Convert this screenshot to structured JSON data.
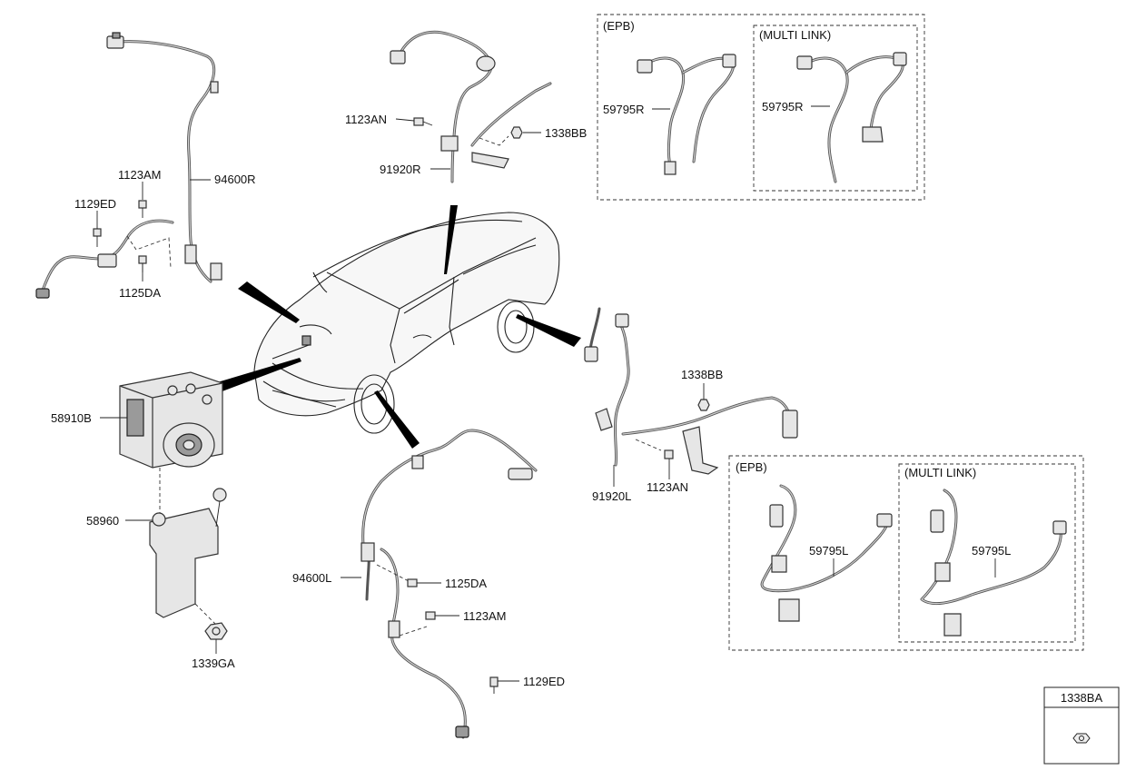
{
  "boxes": {
    "epb_right": "(EPB)",
    "multilink_right": "(MULTI LINK)",
    "epb_left": "(EPB)",
    "multilink_left": "(MULTI LINK)"
  },
  "labels": {
    "p94600R": "94600R",
    "p1123AM_top": "1123AM",
    "p1129ED_top": "1129ED",
    "p1125DA_top": "1125DA",
    "p1123AN_top": "1123AN",
    "p1338BB_top": "1338BB",
    "p91920R": "91920R",
    "p59795R_epb": "59795R",
    "p59795R_ml": "59795R",
    "p58910B": "58910B",
    "p58960": "58960",
    "p1339GA": "1339GA",
    "p1338BB_mid": "1338BB",
    "p91920L": "91920L",
    "p1123AN_mid": "1123AN",
    "p94600L": "94600L",
    "p1125DA_bot": "1125DA",
    "p1123AM_bot": "1123AM",
    "p1129ED_bot": "1129ED",
    "p59795L_epb": "59795L",
    "p59795L_ml": "59795L"
  },
  "legend_box": {
    "part_number": "1338BA",
    "icon": "nut-icon"
  }
}
